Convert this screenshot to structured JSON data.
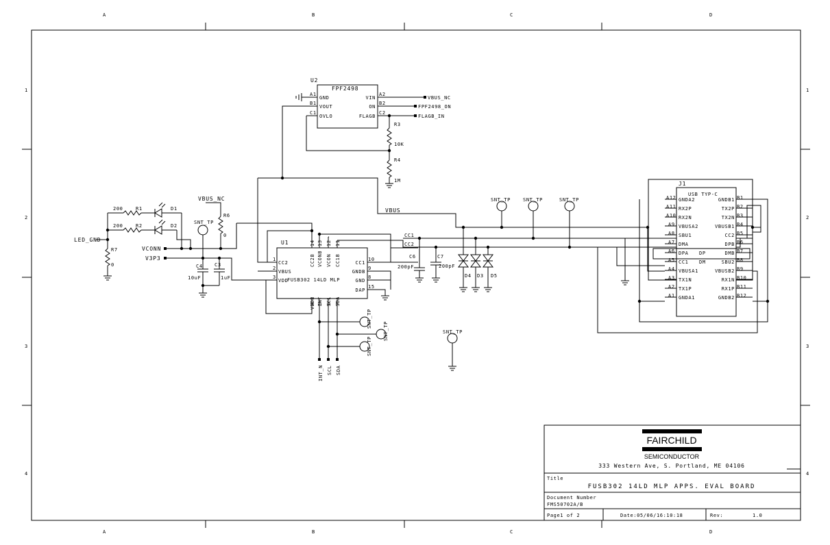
{
  "frame": {
    "cols": [
      "A",
      "B",
      "C",
      "D"
    ],
    "rows": [
      "1",
      "2",
      "3",
      "4"
    ]
  },
  "u2": {
    "ref": "U2",
    "part": "FPF2498",
    "left_pins": [
      {
        "num": "A1",
        "name": "GND"
      },
      {
        "num": "B1",
        "name": "VOUT"
      },
      {
        "num": "C1",
        "name": "OVLO"
      }
    ],
    "right_pins": [
      {
        "num": "A2",
        "name": "VIN"
      },
      {
        "num": "B2",
        "name": "ON"
      },
      {
        "num": "C2",
        "name": "FLAGB"
      }
    ]
  },
  "u1": {
    "ref": "U1",
    "part": "FUSB302 14LD MLP",
    "left_pins": [
      {
        "num": "1",
        "name": "CC2"
      },
      {
        "num": "2",
        "name": "VBUS"
      },
      {
        "num": "3",
        "name": "VDD"
      }
    ],
    "right_pins": [
      {
        "num": "10",
        "name": "CC1"
      },
      {
        "num": "9",
        "name": "GNDB"
      },
      {
        "num": "8",
        "name": "GND"
      },
      {
        "num": "15",
        "name": "DAP"
      }
    ],
    "top_pins": [
      {
        "num": "14",
        "name": "CC2B"
      },
      {
        "num": "13",
        "name": "VCONB"
      },
      {
        "num": "12",
        "name": "VCON"
      },
      {
        "num": "11",
        "name": "CC1B"
      }
    ],
    "bottom_pins": [
      {
        "num": "4",
        "name": "VDDB"
      },
      {
        "num": "5",
        "name": "INT"
      },
      {
        "num": "6",
        "name": "SCL"
      },
      {
        "num": "7",
        "name": "SDA"
      }
    ]
  },
  "j1": {
    "ref": "J1",
    "part": "USB TYP-C",
    "left_pins": [
      {
        "num": "A12",
        "name": "GNDA2"
      },
      {
        "num": "A11",
        "name": "RX2P"
      },
      {
        "num": "A10",
        "name": "RX2N"
      },
      {
        "num": "A9",
        "name": "VBUSA2"
      },
      {
        "num": "A8",
        "name": "SBU1"
      },
      {
        "num": "A7",
        "name": "DMA"
      },
      {
        "num": "A6",
        "name": "DPA"
      },
      {
        "num": "A5",
        "name": "CC1"
      },
      {
        "num": "A4",
        "name": "VBUSA1"
      },
      {
        "num": "A3",
        "name": "TX1N"
      },
      {
        "num": "A2",
        "name": "TX1P"
      },
      {
        "num": "A1",
        "name": "GNDA1"
      }
    ],
    "right_pins": [
      {
        "num": "B1",
        "name": "GNDB1"
      },
      {
        "num": "B2",
        "name": "TX2P"
      },
      {
        "num": "B3",
        "name": "TX2N"
      },
      {
        "num": "B4",
        "name": "VBUSB1"
      },
      {
        "num": "B5",
        "name": "CC2"
      },
      {
        "num": "B6",
        "name": "DPB"
      },
      {
        "num": "B7",
        "name": "DMB"
      },
      {
        "num": "B8",
        "name": "SBU2"
      },
      {
        "num": "B9",
        "name": "VBUSB2"
      },
      {
        "num": "B10",
        "name": "RX1N"
      },
      {
        "num": "B11",
        "name": "RX1P"
      },
      {
        "num": "B12",
        "name": "GNDB2"
      }
    ],
    "inner_labels": {
      "dp": "DP",
      "dm": "DM"
    }
  },
  "nets": {
    "vbus_nc_u2": "VBUS_NC",
    "fpf_on": "FPF2498_ON",
    "flagb_in": "FLAGB_IN",
    "vbus": "VBUS",
    "cc1": "CC1",
    "cc2": "CC2",
    "vbus_nc_left": "VBUS_NC",
    "vconn": "VCONN",
    "v3p3": "V3P3",
    "led_gnd": "LED_GND",
    "int_n": "INT_N",
    "scl": "SCL",
    "sda": "SDA"
  },
  "passives": {
    "r1": {
      "ref": "R1",
      "value": "200"
    },
    "r2": {
      "ref": "R2",
      "value": "200"
    },
    "r3": {
      "ref": "R3",
      "value": "10K"
    },
    "r4": {
      "ref": "R4",
      "value": "1M"
    },
    "r6": {
      "ref": "R6",
      "value": "0"
    },
    "r7": {
      "ref": "R7",
      "value": "0"
    },
    "c3": {
      "ref": "C3",
      "value": "1uF"
    },
    "c4": {
      "ref": "C4",
      "value": "10uF"
    },
    "c6": {
      "ref": "C6",
      "value": "200pF"
    },
    "c7": {
      "ref": "C7",
      "value": "200pF"
    },
    "d1": {
      "ref": "D1"
    },
    "d2": {
      "ref": "D2"
    },
    "d3": {
      "ref": "D3"
    },
    "d4": {
      "ref": "D4"
    },
    "d5": {
      "ref": "D5"
    }
  },
  "test_point_label": "SNT_TP",
  "title_block": {
    "company": "FAIRCHILD",
    "division": "SEMICONDUCTOR",
    "address": "333 Western Ave, S. Portland, ME 04106",
    "title_label": "Title",
    "title": "FUSB302 14LD MLP APPS. EVAL BOARD",
    "doc_label": "Document Number",
    "doc_number": "FMS50702A/B",
    "page": "Page1  of 2",
    "date": "Date:05/06/16:10:18",
    "rev_label": "Rev:",
    "rev": "1.0"
  }
}
